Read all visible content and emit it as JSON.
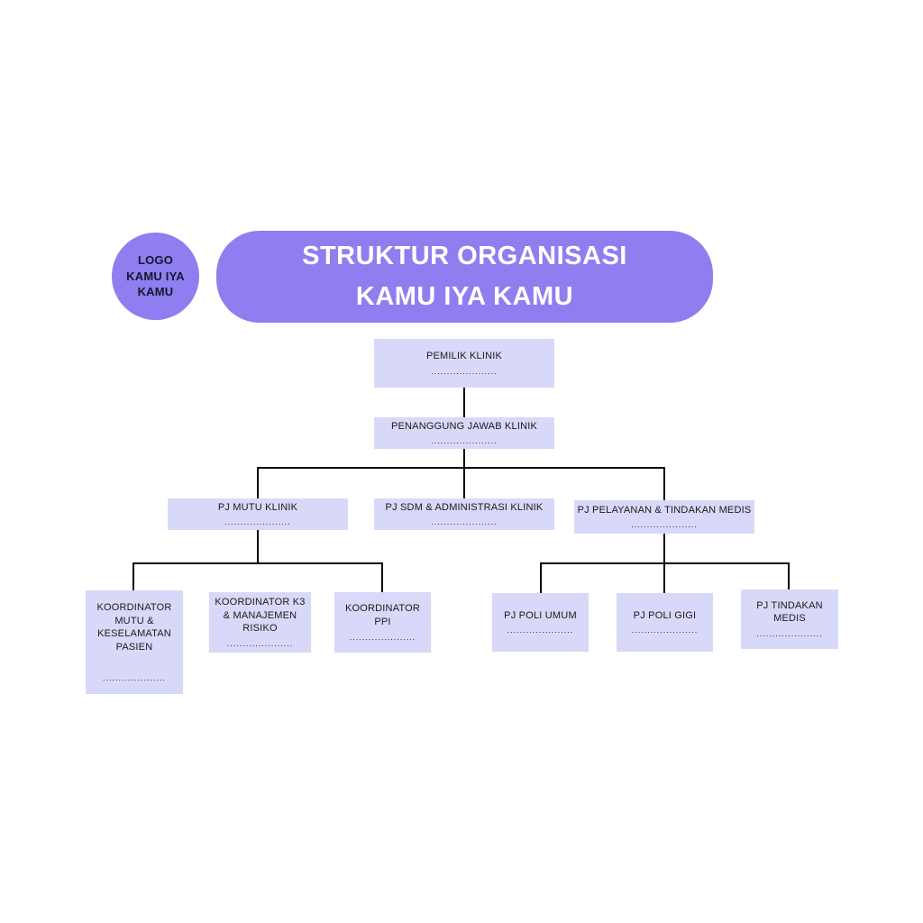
{
  "document_title": "Struktur Organisasi Kamu Iya Kamu",
  "colors": {
    "header_purple": "#8e7ef0",
    "node_fill": "#d8d8f8",
    "node_text": "#1b1b1b",
    "banner_text": "#ffffff",
    "connector": "#000000",
    "background": "#ffffff"
  },
  "logo": {
    "lines": [
      "LOGO",
      "KAMU IYA",
      "KAMU"
    ]
  },
  "banner": {
    "line1": "STRUKTUR ORGANISASI",
    "line2": "KAMU IYA KAMU"
  },
  "nodes": {
    "pemilik": {
      "label": "PEMILIK KLINIK",
      "dots": "....................."
    },
    "penanggung_jawab": {
      "label": "PENANGGUNG JAWAB KLINIK",
      "dots": "....................."
    },
    "pj_mutu": {
      "label": "PJ MUTU KLINIK",
      "dots": "....................."
    },
    "pj_sdm": {
      "label": "PJ SDM & ADMINISTRASI KLINIK",
      "dots": "....................."
    },
    "pj_pelayanan": {
      "label": "PJ PELAYANAN & TINDAKAN MEDIS",
      "dots": "....................."
    },
    "koor_mutu": {
      "label": "KOORDINATOR MUTU & KESELAMATAN PASIEN",
      "dots": "...................."
    },
    "koor_k3": {
      "label": "KOORDINATOR K3 & MANAJEMEN RISIKO",
      "dots": "....................."
    },
    "koor_ppi": {
      "label": "KOORDINATOR PPI",
      "dots": "....................."
    },
    "poli_umum": {
      "label": "PJ POLI UMUM",
      "dots": "....................."
    },
    "poli_gigi": {
      "label": "PJ POLI GIGI",
      "dots": "....................."
    },
    "tindakan_medis": {
      "label": "PJ TINDAKAN MEDIS",
      "dots": "....................."
    }
  }
}
